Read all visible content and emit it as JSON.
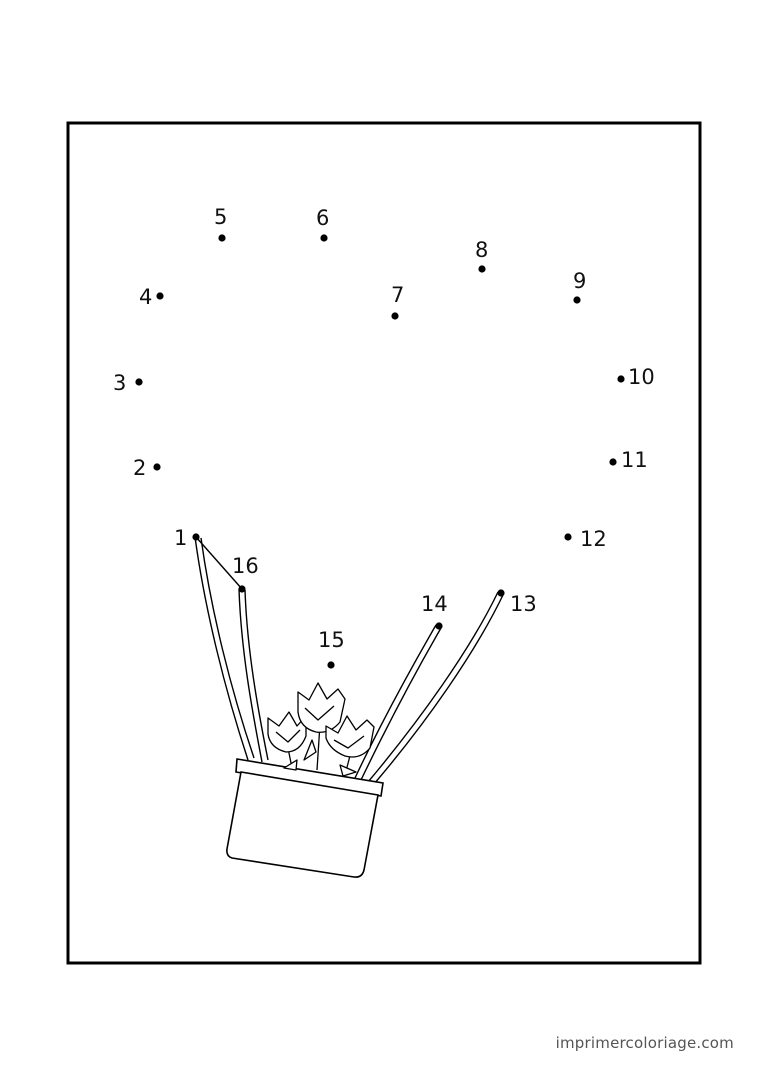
{
  "puzzle": {
    "dots": [
      {
        "label": "1"
      },
      {
        "label": "2"
      },
      {
        "label": "3"
      },
      {
        "label": "4"
      },
      {
        "label": "5"
      },
      {
        "label": "6"
      },
      {
        "label": "7"
      },
      {
        "label": "8"
      },
      {
        "label": "9"
      },
      {
        "label": "10"
      },
      {
        "label": "11"
      },
      {
        "label": "12"
      },
      {
        "label": "13"
      },
      {
        "label": "14"
      },
      {
        "label": "15"
      },
      {
        "label": "16"
      }
    ]
  },
  "footer": {
    "credit": "imprimercoloriage.com"
  }
}
